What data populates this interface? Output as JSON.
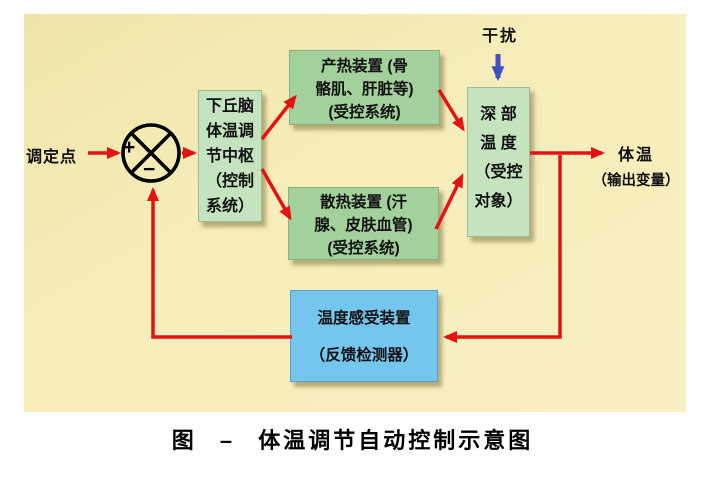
{
  "colors": {
    "canvas": "#f6edba",
    "box_green_light": "#c6e3c0",
    "box_green": "#a3d19b",
    "box_blue": "#74c6ee",
    "arrow_red": "#e51212",
    "arrow_blue": "#3f51c1",
    "ink": "#111111"
  },
  "labels": {
    "set_point": "调定点",
    "disturbance": "干扰",
    "output_line1": "体温",
    "output_line2": "（输出变量）",
    "caption": "图 – 体温调节自动控制示意图"
  },
  "comparator": {
    "plus": "+",
    "minus": "−"
  },
  "boxes": {
    "control": {
      "lines": [
        "下丘脑",
        "体温调",
        "节中枢",
        "（控制",
        "系统）"
      ]
    },
    "heat_production": {
      "lines": [
        "产热装置 (骨",
        "骼肌、肝脏等)",
        "(受控系统)"
      ]
    },
    "heat_dissipation": {
      "lines": [
        "散热装置 (汗",
        "腺、皮肤血管)",
        "(受控系统)"
      ]
    },
    "deep_temperature": {
      "lines": [
        "深 部",
        "温 度",
        "（受控",
        "对象）"
      ]
    },
    "feedback": {
      "lines": [
        "温度感受装置",
        "（反馈检测器）"
      ]
    }
  },
  "icons": {
    "comparator": "summing-junction-icon",
    "red_arrows": "red-flow-arrow-icon",
    "blue_arrow": "disturbance-down-arrow-icon"
  }
}
